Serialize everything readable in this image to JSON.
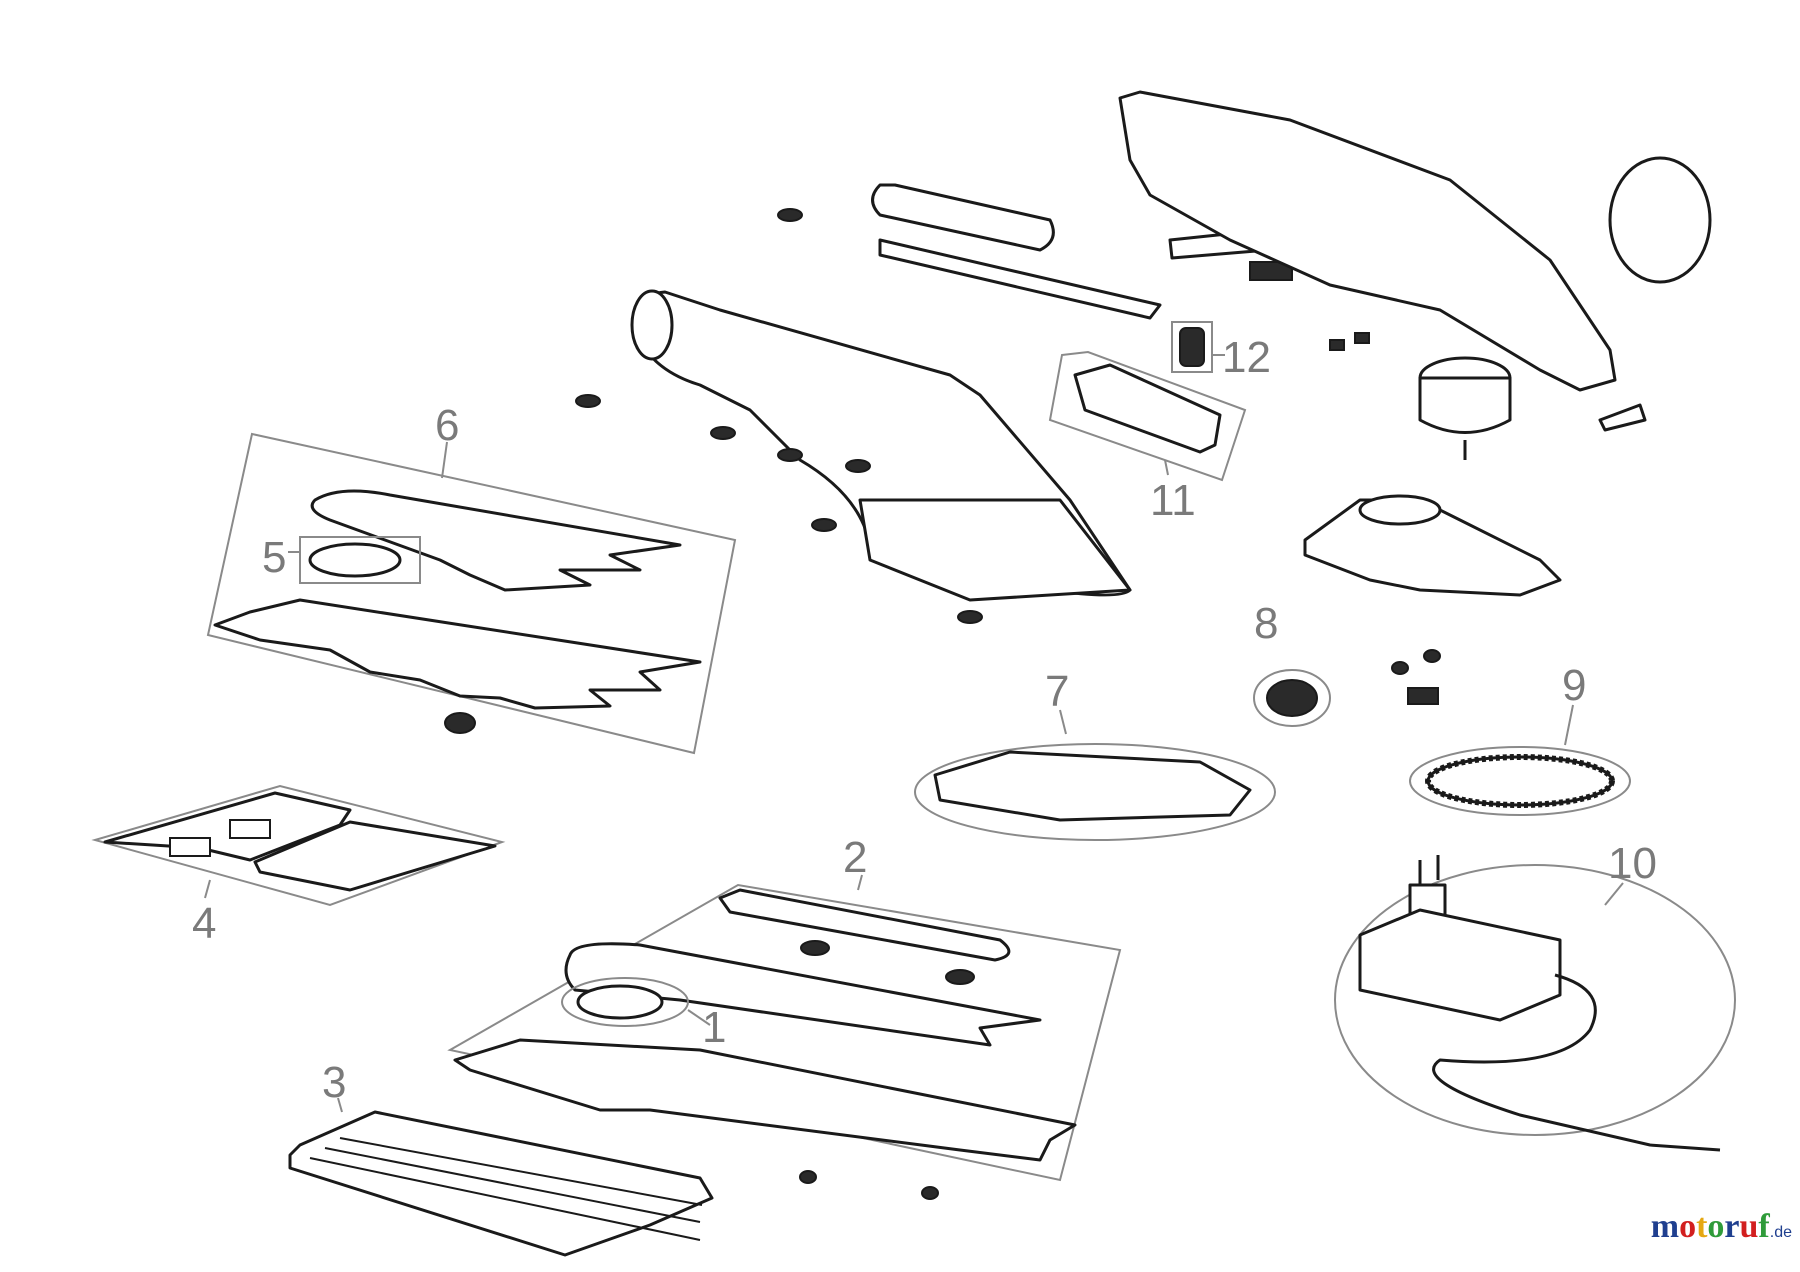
{
  "diagram": {
    "callouts": [
      "1",
      "2",
      "3",
      "4",
      "5",
      "6",
      "7",
      "8",
      "9",
      "10",
      "11",
      "12"
    ]
  },
  "watermark": {
    "letters": [
      "m",
      "o",
      "t",
      "o",
      "r",
      "u",
      "f"
    ],
    "suffix": ".de",
    "colors": [
      "#1f3f8f",
      "#d21f1f",
      "#e5a812",
      "#2f9b3a",
      "#1f3f8f",
      "#d21f1f",
      "#2f9b3a"
    ]
  }
}
